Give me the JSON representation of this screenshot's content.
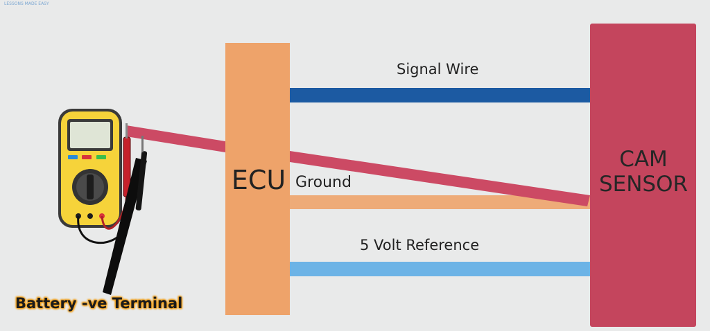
{
  "watermark": "LESSONS MADE EASY",
  "boxes": {
    "ecu": "ECU",
    "cam_line1": "CAM",
    "cam_line2": "SENSOR"
  },
  "wires": {
    "signal": "Signal Wire",
    "ground": "Ground",
    "reference": "5 Volt Reference"
  },
  "meter_label": "Battery -ve Terminal",
  "colors": {
    "ecu": "#eea36a",
    "cam_sensor": "#c4455d",
    "signal_wire": "#1c5aa2",
    "ground_wire": "#eeab78",
    "reference_wire": "#6cb3e6",
    "probe_wire": "#cc4a64",
    "multimeter_body": "#f6d33a",
    "label_highlight": "#f3a21c"
  }
}
